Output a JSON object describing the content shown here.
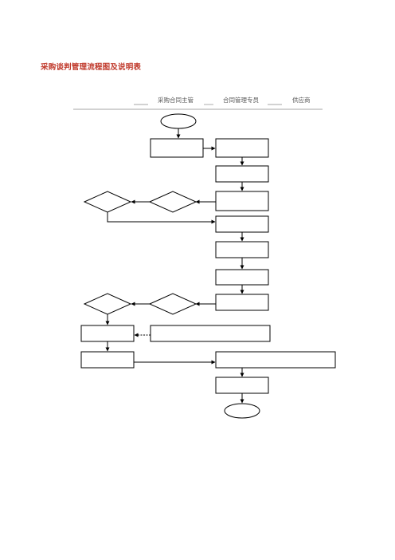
{
  "document": {
    "title": "采购谈判管理流程图及说明表"
  },
  "swimlanes": [
    {
      "label": "采购合同主管"
    },
    {
      "label": "合同管理专员"
    },
    {
      "label": "供应商"
    }
  ]
}
